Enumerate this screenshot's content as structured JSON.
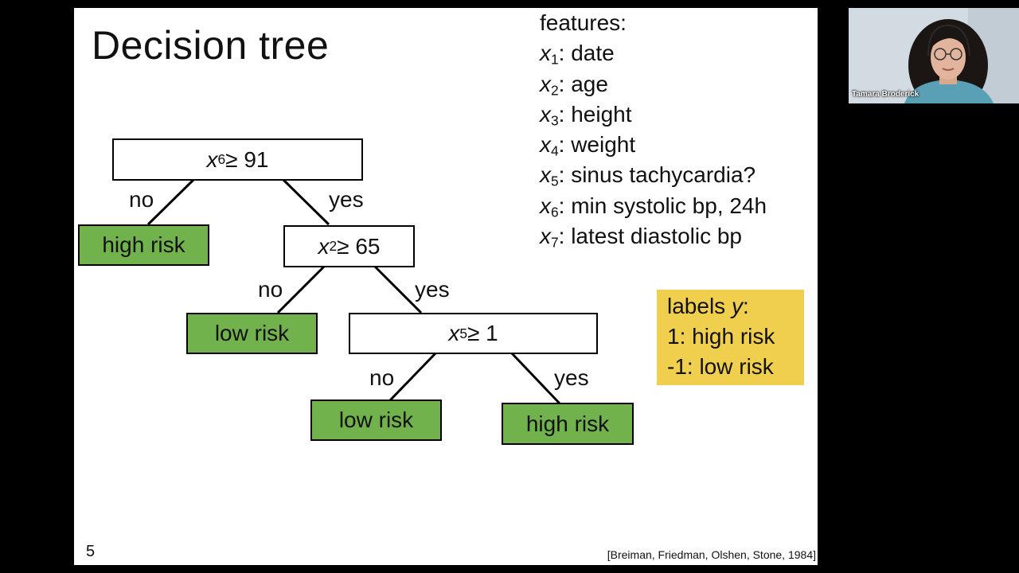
{
  "slide": {
    "title": "Decision tree",
    "features_heading": "features:",
    "features": [
      {
        "var": "x",
        "sub": "1",
        "text": ": date"
      },
      {
        "var": "x",
        "sub": "2",
        "text": ": age"
      },
      {
        "var": "x",
        "sub": "3",
        "text": ": height"
      },
      {
        "var": "x",
        "sub": "4",
        "text": ": weight"
      },
      {
        "var": "x",
        "sub": "5",
        "text": ": sinus tachycardia?"
      },
      {
        "var": "x",
        "sub": "6",
        "text": ": min systolic bp, 24h"
      },
      {
        "var": "x",
        "sub": "7",
        "text": ": latest diastolic bp"
      }
    ],
    "tree": {
      "root": {
        "var": "x",
        "sub": "6",
        "cond": " ≥ 91"
      },
      "node2": {
        "var": "x",
        "sub": "2",
        "cond": " ≥ 65"
      },
      "node3": {
        "var": "x",
        "sub": "5",
        "cond": " ≥ 1"
      },
      "leaf1": "high risk",
      "leaf2": "low risk",
      "leaf3": "low risk",
      "leaf4": "high risk",
      "no_label": "no",
      "yes_label": "yes"
    },
    "labels_box": {
      "heading_text": "labels ",
      "heading_var": "y",
      "heading_colon": ":",
      "line1": "1: high risk",
      "line2": "-1: low risk"
    },
    "page_number": "5",
    "citation": "[Breiman, Friedman, Olshen, Stone, 1984]",
    "colors": {
      "leaf": "#71b24c",
      "labels_box": "#f0cf4e"
    }
  },
  "webcam": {
    "participant_name": "Tamara Broderick"
  }
}
